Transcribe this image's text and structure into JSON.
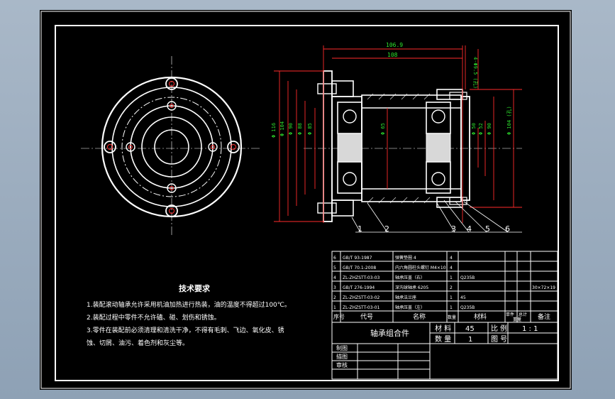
{
  "dimensions": {
    "top_overall": "106.9",
    "top_inner": "108",
    "top_right_small": "4-Φ9.5 (孔)",
    "left": [
      "Φ 116",
      "Φ 104",
      "Φ 90",
      "Φ 88",
      "Φ 85"
    ],
    "center": "Φ 65",
    "right_inner": [
      "Φ 50",
      "Φ 52"
    ],
    "right_outer": [
      "Φ 90",
      "Φ 104 (孔)"
    ]
  },
  "part_numbers": [
    "1",
    "2",
    "3",
    "4",
    "5",
    "6"
  ],
  "tech_req": {
    "title": "技术要求",
    "lines": [
      "1.装配滚动轴承允许采用机油加热进行热装，油的温度不得超过100℃。",
      "2.装配过程中零件不允许磕、碰、划伤和锈蚀。",
      "3.零件在装配前必须清理和清洗干净，不得有毛刺、飞边、氧化皮、锈",
      "蚀、切屑、油污、着色剂和灰尘等。"
    ]
  },
  "bom": {
    "rows": [
      {
        "no": "6",
        "code": "GB/T 93-1987",
        "name": "弹簧垫圈 4",
        "qty": "4",
        "material": "",
        "note": ""
      },
      {
        "no": "5",
        "code": "GB/T 70.1-2008",
        "name": "内六角圆柱头螺钉 M4×10",
        "qty": "4",
        "material": "",
        "note": ""
      },
      {
        "no": "4",
        "code": "ZL-ZHZSTT-03-03",
        "name": "轴承压盖（右）",
        "qty": "1",
        "material": "Q235B",
        "note": ""
      },
      {
        "no": "3",
        "code": "GB/T 276-1994",
        "name": "深沟球轴承 6205",
        "qty": "2",
        "material": "",
        "note": "30×72×19"
      },
      {
        "no": "2",
        "code": "ZL-ZHZSTT-03-02",
        "name": "轴承法兰座",
        "qty": "1",
        "material": "45",
        "note": ""
      },
      {
        "no": "1",
        "code": "ZL-ZHZSTT-03-01",
        "name": "轴承压盖（左）",
        "qty": "1",
        "material": "Q235B",
        "note": ""
      }
    ],
    "header": {
      "no": "序号",
      "code": "代号",
      "name": "名称",
      "qty": "数量",
      "material": "材料",
      "unit_weight": "单件",
      "total_weight": "总计",
      "weight": "重量",
      "note": "备注"
    }
  },
  "title_block": {
    "assembly_name": "轴承组合件",
    "material_label": "材 料",
    "material_value": "45",
    "scale_label": "比 例",
    "scale_value": "1 : 1",
    "qty_label": "数 量",
    "qty_value": "1",
    "drawing_no_label": "图 号",
    "drawing_no_value": "",
    "roles": [
      "制图",
      "描图",
      "审核"
    ]
  }
}
